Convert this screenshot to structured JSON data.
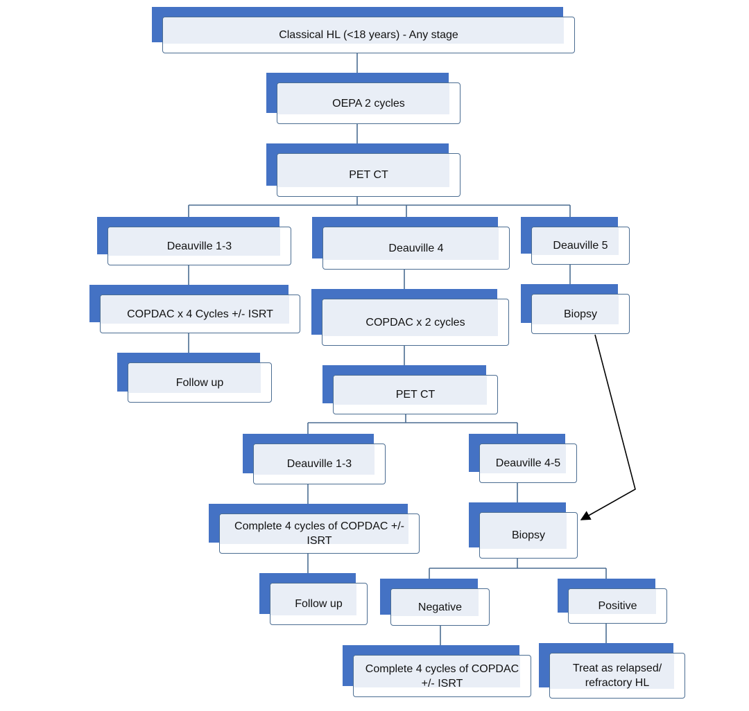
{
  "nodes": {
    "root": "Classical HL (<18 years) - Any stage",
    "oepa": "OEPA 2 cycles",
    "petct1": "PET CT",
    "deauville_1_3_a": "Deauville 1-3",
    "deauville_4": "Deauville 4",
    "deauville_5": "Deauville 5",
    "copdac_4": "COPDAC x 4 Cycles +/- ISRT",
    "copdac_2": "COPDAC x 2 cycles",
    "biopsy_a": "Biopsy",
    "follow_up_a": "Follow up",
    "petct2": "PET CT",
    "deauville_1_3_b": "Deauville 1-3",
    "deauville_4_5": "Deauville 4-5",
    "complete_copdac_a": "Complete 4 cycles of COPDAC +/- ISRT",
    "biopsy_b": "Biopsy",
    "follow_up_b": "Follow up",
    "negative": "Negative",
    "positive": "Positive",
    "complete_copdac_b": "Complete 4 cycles of COPDAC +/- ISRT",
    "treat_relapsed": "Treat as relapsed/ refractory HL"
  },
  "colors": {
    "back_fill": "#4472C4",
    "front_border": "#4a6c91",
    "front_fill": "#e9eef6",
    "connector": "#4a6c91",
    "arrow": "#000000"
  }
}
